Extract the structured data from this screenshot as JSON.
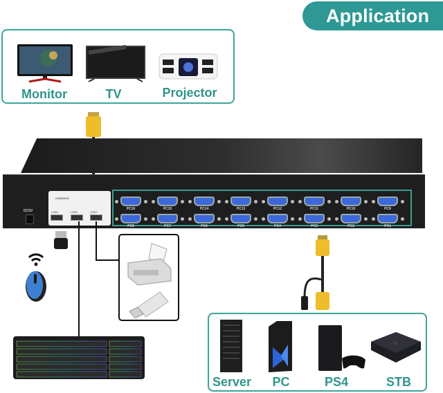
{
  "title": "Application",
  "outputs": [
    {
      "label": "Monitor",
      "icon": "monitor-icon"
    },
    {
      "label": "TV",
      "icon": "tv-icon"
    },
    {
      "label": "Projector",
      "icon": "projector-icon"
    }
  ],
  "inputs": [
    {
      "label": "Server",
      "icon": "server-icon"
    },
    {
      "label": "PC",
      "icon": "pc-tower-icon"
    },
    {
      "label": "PS4",
      "icon": "ps4-icon"
    },
    {
      "label": "STB",
      "icon": "set-top-box-icon"
    }
  ],
  "kvm": {
    "power_label": "DC5V",
    "console_label": "CONSOLE",
    "usb_labels": [
      "USB1",
      "USB2",
      "USB3"
    ],
    "top_ports": [
      "PC16",
      "PC15",
      "PC14",
      "PC13",
      "PC12",
      "PC11",
      "PC10",
      "PC9"
    ],
    "bottom_ports": [
      "PC8",
      "PC7",
      "PC6",
      "PC5",
      "PC4",
      "PC3",
      "PC2",
      "PC1"
    ]
  },
  "peripherals": [
    "wireless-mouse",
    "usb-receiver",
    "keyboard",
    "printer",
    "usb-flash-drive"
  ],
  "colors": {
    "accent": "#2e9994",
    "vga_connector": "#e8b820",
    "port_blue": "#3d68d9"
  }
}
